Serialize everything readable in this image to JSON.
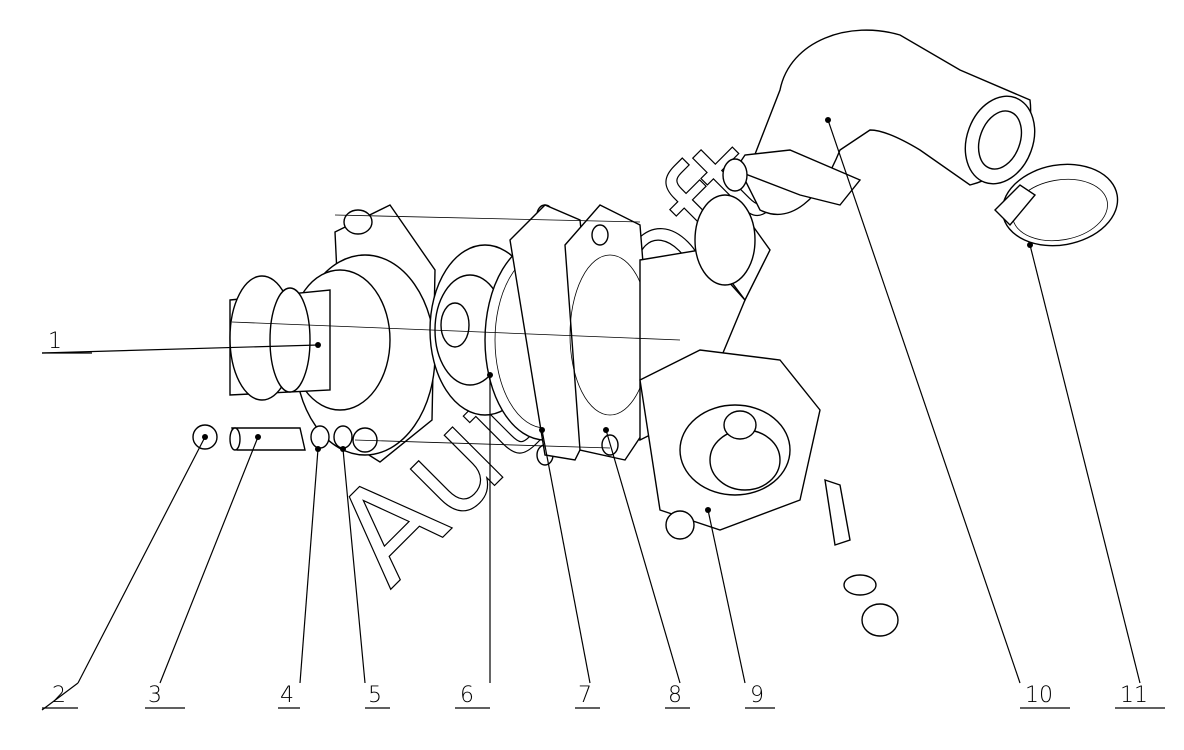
{
  "diagram": {
    "watermark": "AutoSoft",
    "callouts": [
      "1",
      "2",
      "3",
      "4",
      "5",
      "6",
      "7",
      "8",
      "9",
      "10",
      "11"
    ]
  }
}
